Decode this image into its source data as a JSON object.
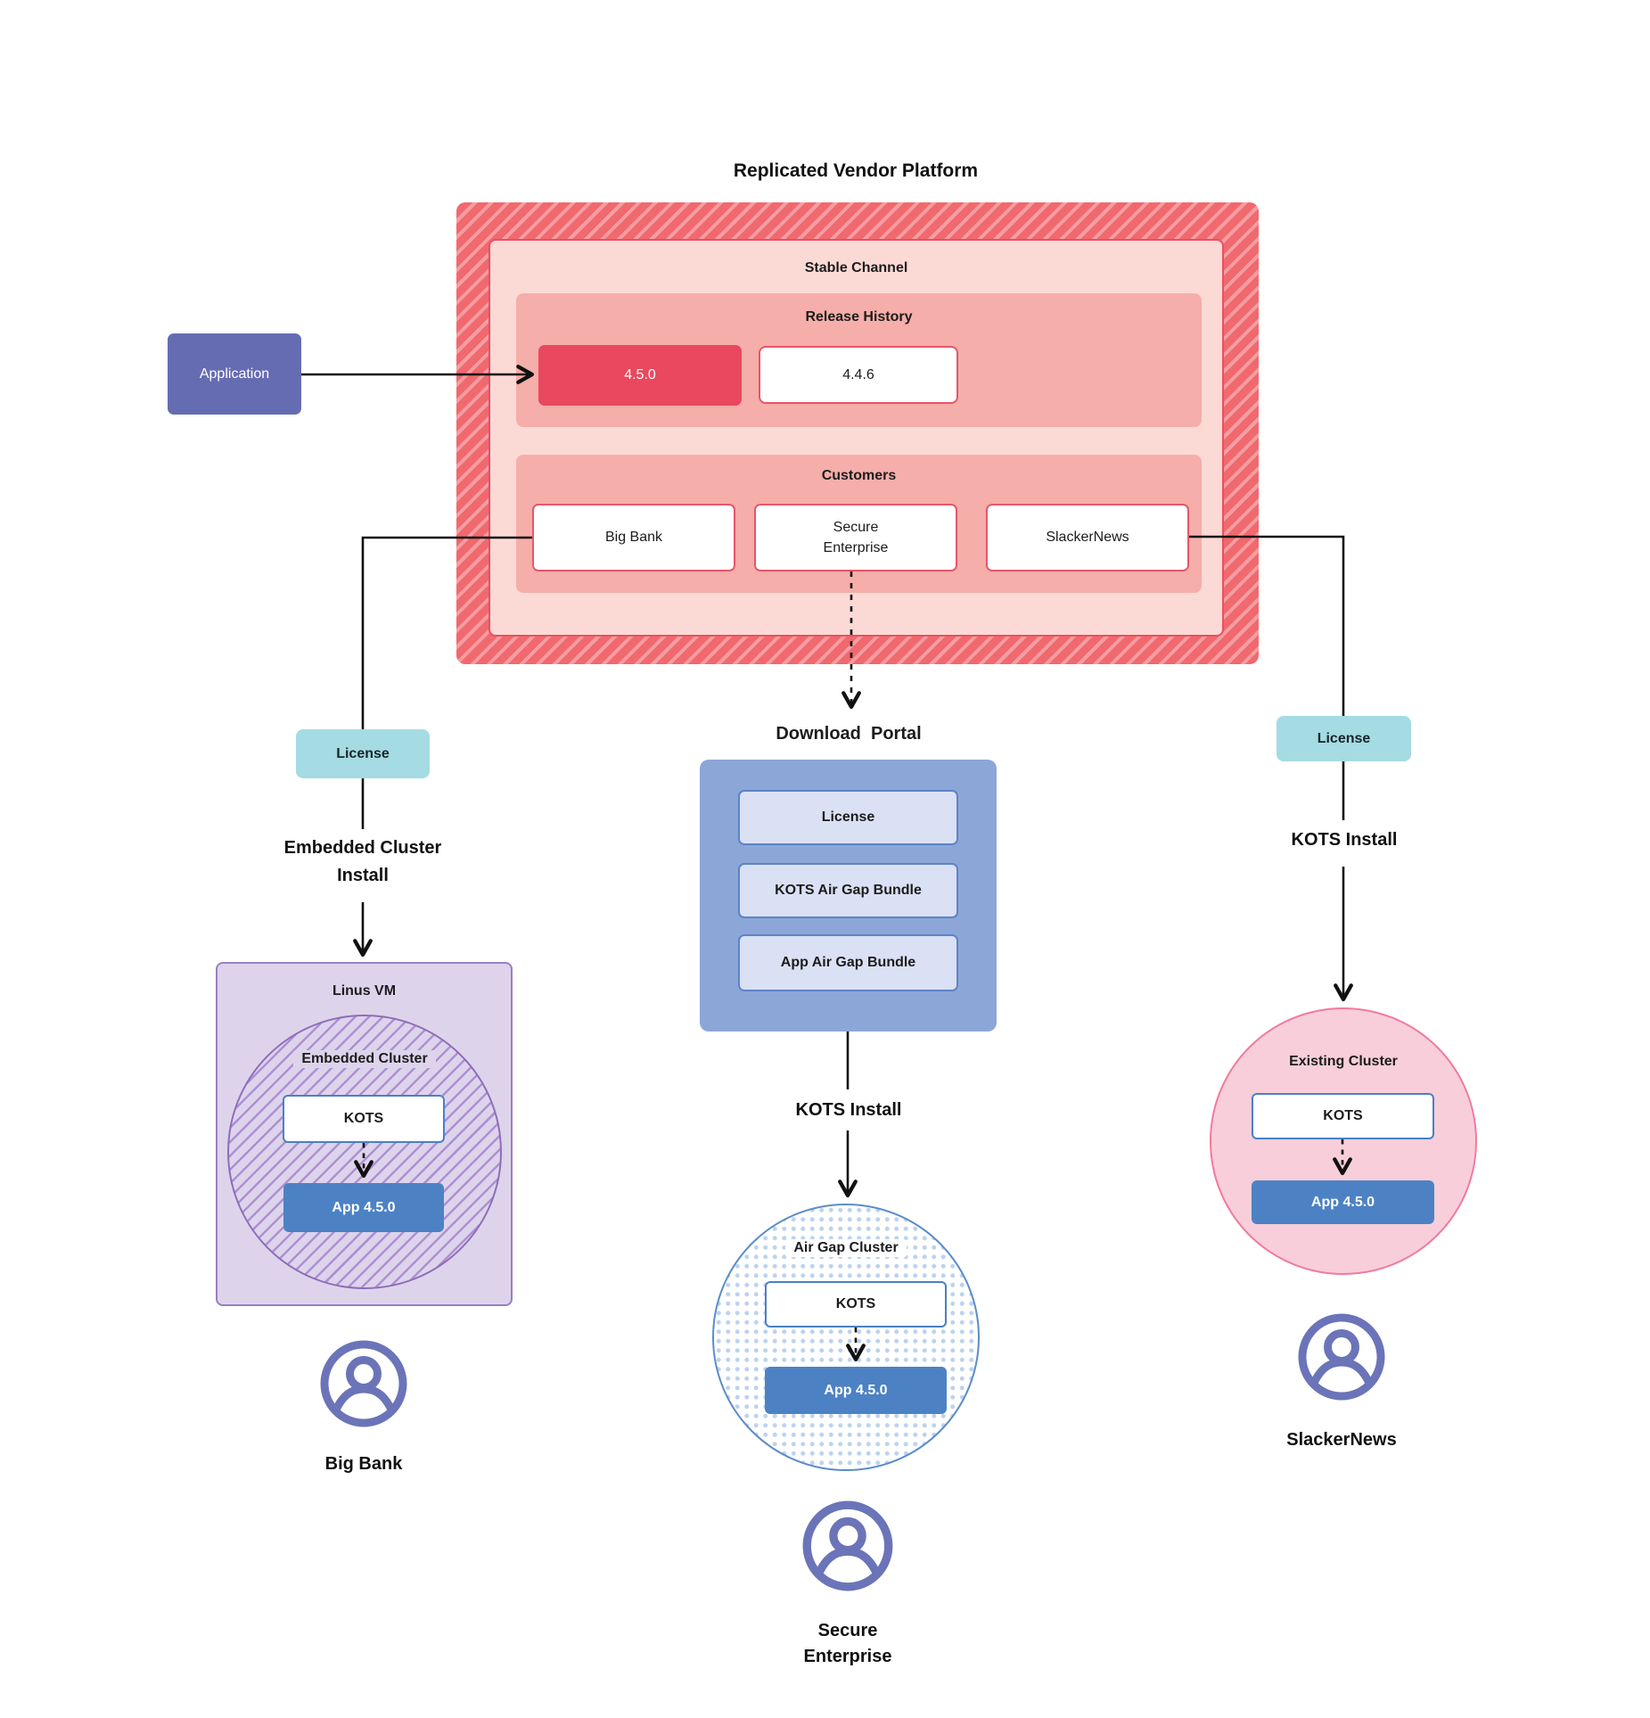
{
  "title": "Replicated Vendor Platform",
  "platform": {
    "stable_channel_label": "Stable Channel",
    "release_history": {
      "label": "Release History",
      "releases": [
        {
          "version": "4.5.0",
          "current": true
        },
        {
          "version": "4.4.6",
          "current": false
        }
      ]
    },
    "customers": {
      "label": "Customers",
      "items": [
        "Big Bank",
        "Secure Enterprise",
        "SlackerNews"
      ]
    }
  },
  "application_label": "Application",
  "download_portal": {
    "title": "Download  Portal",
    "items": [
      "License",
      "KOTS Air Gap Bundle",
      "App Air Gap Bundle"
    ]
  },
  "left_flow": {
    "license_label": "License",
    "install_label": "Embedded Cluster Install",
    "vm": {
      "title": "Linus VM",
      "cluster_label": "Embedded Cluster",
      "kots_label": "KOTS",
      "app_label": "App 4.5.0"
    },
    "persona": "Big Bank"
  },
  "center_flow": {
    "install_label": "KOTS Install",
    "cluster": {
      "label": "Air Gap Cluster",
      "kots_label": "KOTS",
      "app_label": "App 4.5.0"
    },
    "persona": "Secure Enterprise"
  },
  "right_flow": {
    "license_label": "License",
    "install_label": "KOTS Install",
    "cluster": {
      "label": "Existing Cluster",
      "kots_label": "KOTS",
      "app_label": "App 4.5.0"
    },
    "persona": "SlackerNews"
  },
  "colors": {
    "hatch_red": "#f0696e",
    "hatch_red_stripe": "#f59da1",
    "stable_fill": "#fbdad6",
    "stable_border": "#ea5062",
    "section_fill": "#f5aea9",
    "release_current_fill": "#e9485f",
    "white_box_border": "#e8566a",
    "application_fill": "#666cb2",
    "license_teal": "#a5dbe3",
    "portal_fill": "#8ca7d7",
    "portal_item_fill": "#dbe1f4",
    "portal_item_border": "#5c83c8",
    "kots_border": "#4a80c4",
    "app_fill": "#4c82c4",
    "vm_fill": "#ddd4eb",
    "vm_border": "#9a7ec2",
    "embedded_stripe": "#ad90d3",
    "airgap_border": "#5b8ccb",
    "airgap_dot": "#bdd2f0",
    "existing_fill": "#f8ceda",
    "existing_border": "#f17a9f",
    "persona_icon": "#6b74b8",
    "connector": "#111111"
  }
}
